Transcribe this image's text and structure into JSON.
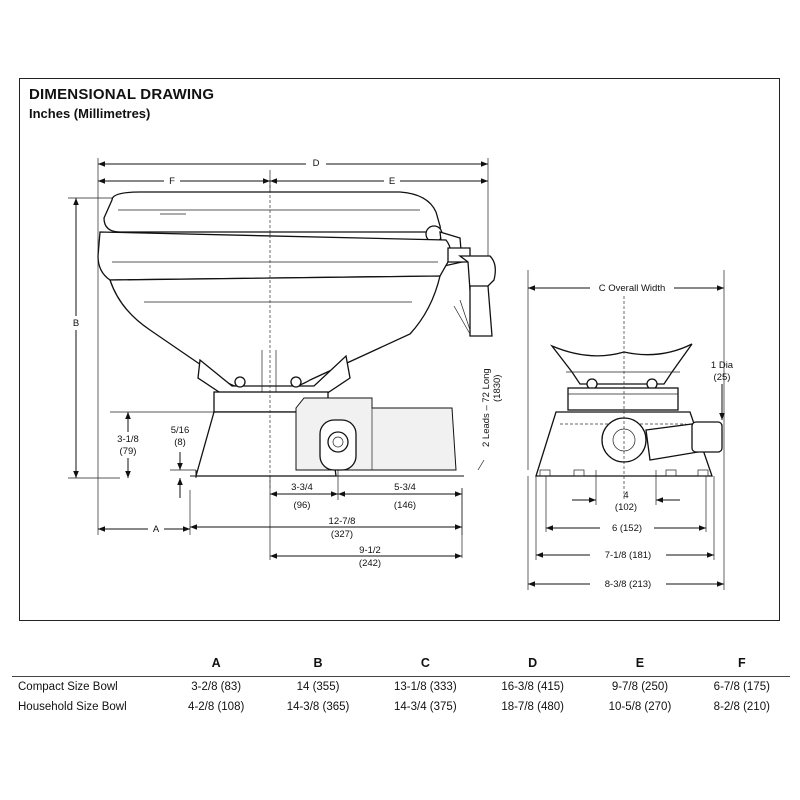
{
  "heading": {
    "title": "DIMENSIONAL DRAWING",
    "subtitle": "Inches (Millimetres)"
  },
  "side_view": {
    "labels": {
      "D": "D",
      "F": "F",
      "E": "E",
      "B": "B",
      "A": "A",
      "h_3_1_8": "3-1/8",
      "h_3_1_8_mm": "(79)",
      "h_5_16": "5/16",
      "h_5_16_mm": "(8)",
      "w_3_3_4": "3-3/4",
      "w_3_3_4_mm": "(96)",
      "w_5_3_4": "5-3/4",
      "w_5_3_4_mm": "(146)",
      "w_12_7_8": "12-7/8",
      "w_12_7_8_mm": "(327)",
      "w_9_1_2": "9-1/2",
      "w_9_1_2_mm": "(242)",
      "leads": "2 Leads – 72 Long",
      "leads_mm": "(1830)"
    }
  },
  "front_view": {
    "labels": {
      "overall": "C Overall Width",
      "dia": "1 Dia",
      "dia_mm": "(25)",
      "w_4": "4",
      "w_4_mm": "(102)",
      "w_6": "6 (152)",
      "w_7_1_8": "7-1/8 (181)",
      "w_8_3_8": "8-3/8 (213)"
    }
  },
  "table": {
    "columns": [
      "A",
      "B",
      "C",
      "D",
      "E",
      "F"
    ],
    "rows": [
      {
        "label": "Compact Size Bowl",
        "values": [
          "3-2/8 (83)",
          "14 (355)",
          "13-1/8 (333)",
          "16-3/8 (415)",
          "9-7/8 (250)",
          "6-7/8 (175)"
        ]
      },
      {
        "label": "Household Size Bowl",
        "values": [
          "4-2/8 (108)",
          "14-3/8 (365)",
          "14-3/4 (375)",
          "18-7/8 (480)",
          "10-5/8 (270)",
          "8-2/8 (210)"
        ]
      }
    ]
  }
}
